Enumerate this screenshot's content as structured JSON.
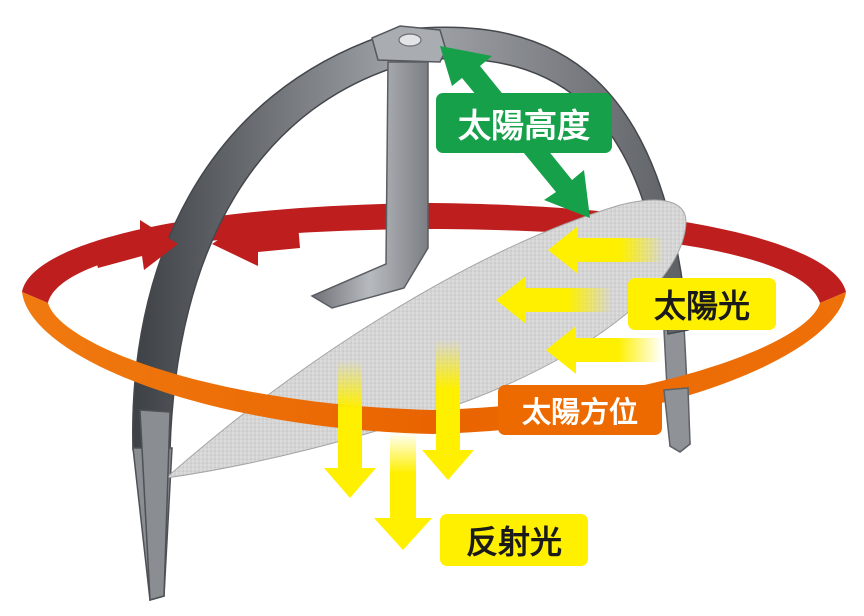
{
  "labels": {
    "solar_altitude": "太陽高度",
    "sunlight": "太陽光",
    "solar_azimuth": "太陽方位",
    "reflected_light": "反射光"
  },
  "colors": {
    "altitude_arrow": "#17a04a",
    "azimuth_ring_back": "#bf1e1e",
    "azimuth_ring_front": "#ec6a00",
    "light_arrow": "#fff000",
    "label_yellow_bg": "#fff000",
    "label_dark_text": "#1a1a1a",
    "label_white_text": "#ffffff",
    "frame": "#8c8f94",
    "mirror": "#d9d9d9"
  },
  "icons": {
    "altitude": "double-headed-arrow-icon",
    "sunlight": "arrow-left-icon",
    "reflected_light": "arrow-down-icon",
    "azimuth": "rotation-ring-icon"
  }
}
